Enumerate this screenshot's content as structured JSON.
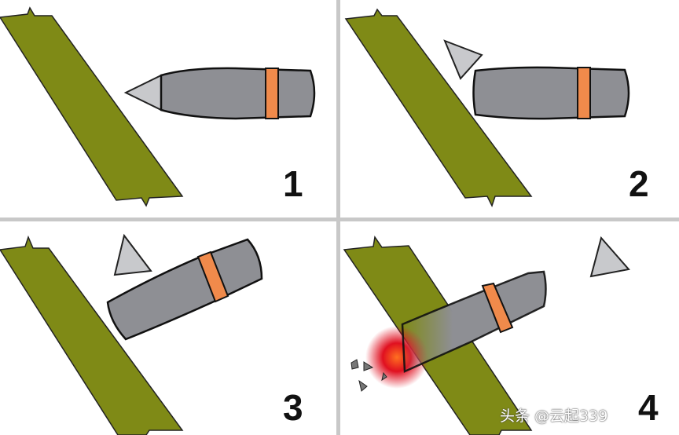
{
  "panels": [
    {
      "label": "1"
    },
    {
      "label": "2"
    },
    {
      "label": "3"
    },
    {
      "label": "4"
    }
  ],
  "watermark": "头条 @云起339",
  "colors": {
    "plate": "#7f8a16",
    "body": "#8e8f94",
    "band": "#f08a4b",
    "tip": "#c8c9cc",
    "glow": "#e01020",
    "divider": "#c8c8c8"
  }
}
